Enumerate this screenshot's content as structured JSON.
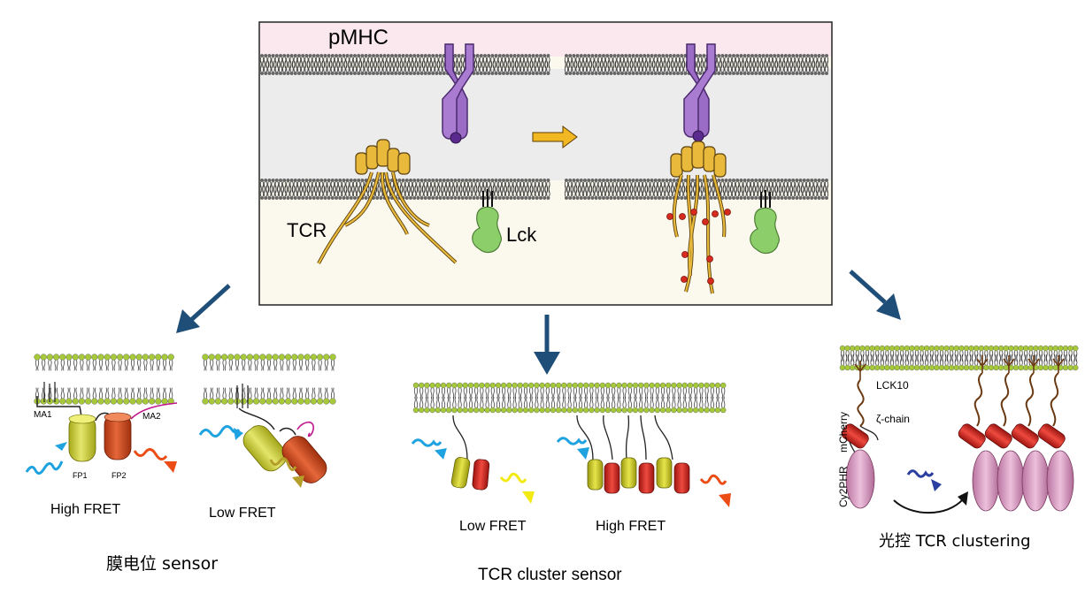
{
  "top_panel": {
    "pmhc_label": "pMHC",
    "tcr_label": "TCR",
    "lck_label": "Lck"
  },
  "membrane_potential": {
    "ma1_label": "MA1",
    "ma2_label": "MA2",
    "fp1_label": "FP1",
    "fp2_label": "FP2",
    "high_fret_label": "High FRET",
    "low_fret_label": "Low FRET",
    "caption": "膜电位 sensor"
  },
  "tcr_cluster": {
    "low_fret_label": "Low FRET",
    "high_fret_label": "High FRET",
    "caption": "TCR cluster sensor"
  },
  "optogenetic": {
    "lck10_label": "LCK10",
    "zeta_label": "ζ-chain",
    "mcherry_label": "mCherry",
    "cy2phr_label": "Cy2PHR",
    "caption": "光控 TCR clustering"
  },
  "colors": {
    "arrow": "#1f4e79",
    "head_group": "#a6c93a",
    "tcr_gold": "#e8b93a",
    "pmhc_purple": "#9b6cc6",
    "lck_green": "#8ccf6a",
    "phospho_red": "#d62b1e",
    "mcherry_red": "#d8271f",
    "cy2phr_pink": "#d9a3c8",
    "fp_yellow": "#c9cc34",
    "fp_orange": "#cf4a1f"
  }
}
